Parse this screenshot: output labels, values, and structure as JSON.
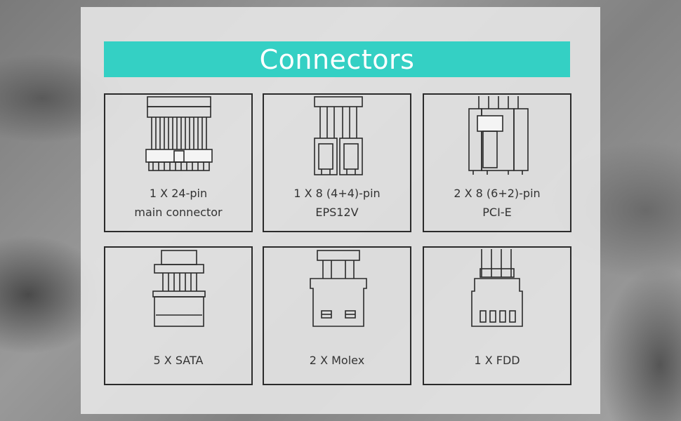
{
  "title": "Connectors",
  "connectors": [
    {
      "line1": "1 X 24-pin",
      "line2": "main connector",
      "icon": "atx-24pin-icon"
    },
    {
      "line1": "1 X 8 (4+4)-pin",
      "line2": "EPS12V",
      "icon": "eps-8pin-icon"
    },
    {
      "line1": "2 X 8 (6+2)-pin",
      "line2": "PCI-E",
      "icon": "pcie-8pin-icon"
    },
    {
      "line1": "5 X SATA",
      "line2": "",
      "icon": "sata-icon"
    },
    {
      "line1": "2 X Molex",
      "line2": "",
      "icon": "molex-icon"
    },
    {
      "line1": "1 X FDD",
      "line2": "",
      "icon": "fdd-icon"
    }
  ],
  "colors": {
    "banner": "#34d0c4",
    "border": "#2b2b2b"
  }
}
